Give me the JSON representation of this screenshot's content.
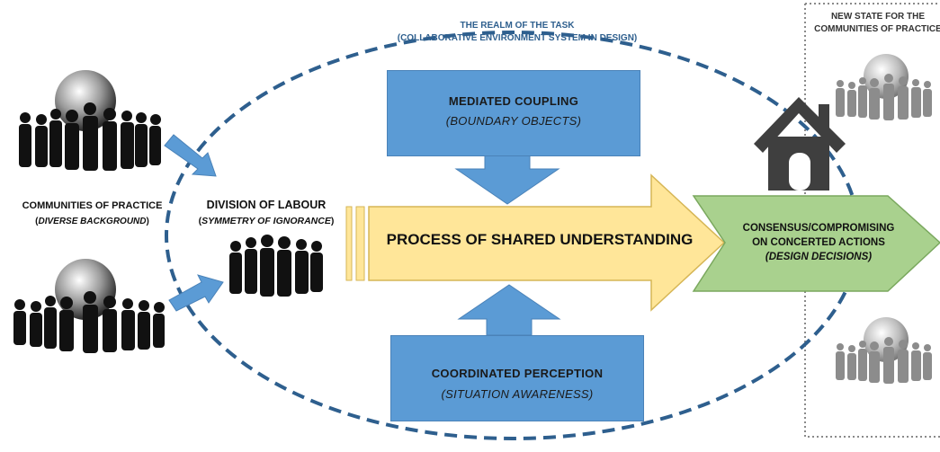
{
  "realm": {
    "title_line1": "THE REALM OF THE TASK",
    "title_line2": "(COLLABORATIVE ENVIRONMENT SYSTEM IN DESIGN)"
  },
  "new_state": {
    "line1": "NEW STATE FOR THE",
    "line2": "COMMUNITIES OF PRACTICE"
  },
  "mediated": {
    "title": "MEDIATED  COUPLING",
    "open": "(",
    "subtitle": "BOUNDARY OBJECTS",
    "close": ")"
  },
  "coordinated": {
    "title": "COORDINATED  PERCEPTION",
    "open": "(",
    "subtitle": "SITUATION AWARENESS",
    "close": ")"
  },
  "process": {
    "label": "PROCESS OF SHARED UNDERSTANDING"
  },
  "consensus": {
    "line1": "CONSENSUS/COMPROMISING",
    "line2": "ON CONCERTED ACTIONS",
    "line3": "(DESIGN DECISIONS)"
  },
  "communities": {
    "title": "COMMUNITIES OF PRACTICE",
    "open": "(",
    "subtitle": "DIVERSE BACKGROUND",
    "close": ")"
  },
  "division": {
    "title": "DIVISION OF LABOUR",
    "open": "(",
    "subtitle": "SYMMETRY OF IGNORANCE",
    "close": ")"
  },
  "icons": [
    "globe-icon",
    "people-group-icon",
    "house-icon",
    "arrow-icon"
  ],
  "colors": {
    "box_blue": "#5b9bd5",
    "dashed_ellipse": "#2e5f8e",
    "process_fill": "#ffe699",
    "consensus_fill": "#a9d18e",
    "house": "#3f3f3f",
    "silhouette": "#111111",
    "faded_silhouette": "#8c8c8c"
  }
}
